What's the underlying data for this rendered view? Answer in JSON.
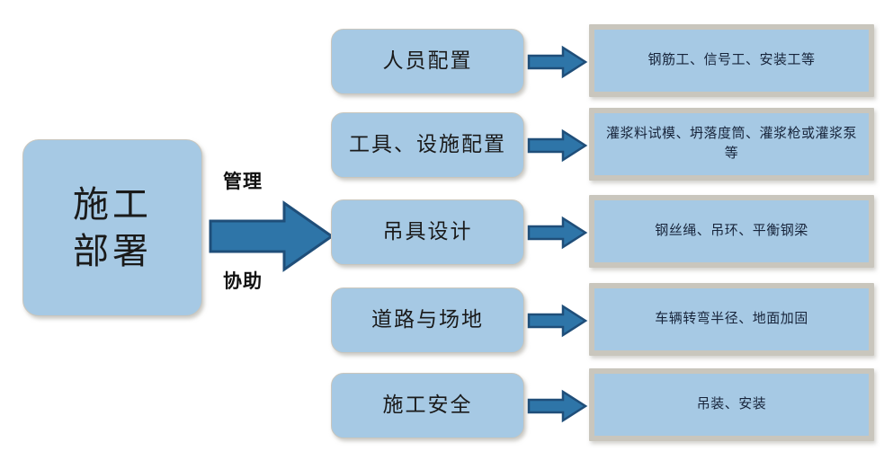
{
  "diagram": {
    "title": "施工部署管理协助流程图",
    "colors": {
      "box_fill": "#a6c9e4",
      "box_border": "#c9c6bd",
      "arrow_fill": "#2e75a8",
      "arrow_stroke": "#1f4e79",
      "text": "#1a1a1a",
      "background": "#ffffff"
    },
    "root": {
      "label": "施工\n部署",
      "line1": "施工",
      "line2": "部署"
    },
    "edge_labels": {
      "top": "管理",
      "bottom": "协助"
    },
    "rows": [
      {
        "category": "人员配置",
        "detail": "钢筋工、信号工、安装工等"
      },
      {
        "category": "工具、设施配置",
        "detail": "灌浆料试模、坍落度筒、灌浆枪或灌浆泵等"
      },
      {
        "category": "吊具设计",
        "detail": "钢丝绳、吊环、平衡钢梁"
      },
      {
        "category": "道路与场地",
        "detail": "车辆转弯半径、地面加固"
      },
      {
        "category": "施工安全",
        "detail": "吊装、安装"
      }
    ]
  }
}
